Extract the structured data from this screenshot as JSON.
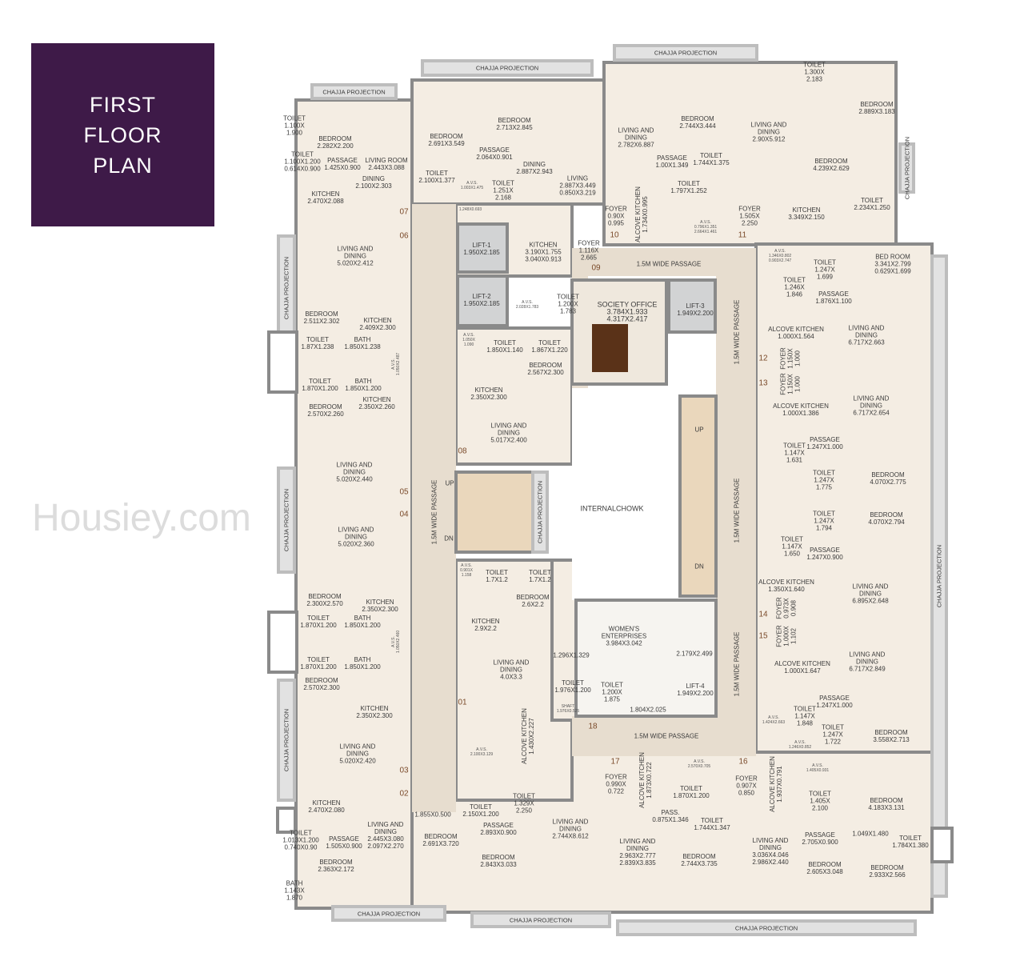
{
  "title": "FIRST\nFLOOR\nPLAN",
  "watermark": "Housiey.com",
  "colors": {
    "title_bg": "#3e1a48",
    "room_fill": "#f4ede3",
    "passage": "#e7ddcf",
    "lift": "#d2d3d4",
    "chajja": "#e2e2e2",
    "wall": "#8a8a8a",
    "chowk": "#ffffff"
  },
  "rooms": [
    {
      "name": "TOILET",
      "size": "1.100X\n1.900"
    },
    {
      "name": "BEDROOM",
      "size": "2.282X2.200"
    },
    {
      "name": "TOILET",
      "size": "1.100X1.200\n0.614X0.900"
    },
    {
      "name": "PASSAGE",
      "size": "1.425X0.900"
    },
    {
      "name": "LIVING ROOM",
      "size": "2.443X3.088"
    },
    {
      "name": "DINING",
      "size": "2.100X2.303"
    },
    {
      "name": "KITCHEN",
      "size": "2.470X2.088"
    },
    {
      "name": "07",
      "size": ""
    },
    {
      "name": "BEDROOM",
      "size": "2.691X3.549"
    },
    {
      "name": "BEDROOM",
      "size": "2.713X2.845"
    },
    {
      "name": "PASSAGE",
      "size": "2.064X0.901"
    },
    {
      "name": "TOILET",
      "size": "2.100X1.377"
    },
    {
      "name": "A.V.S.",
      "size": "1.003X1.475"
    },
    {
      "name": "",
      "size": "1.248X0.693"
    },
    {
      "name": "TOILET",
      "size": "1.251X\n2.168"
    },
    {
      "name": "DINING",
      "size": "2.887X2.943"
    },
    {
      "name": "LIVING",
      "size": "2.887X3.449\n0.850X3.219"
    },
    {
      "name": "LIFT-1",
      "size": "1.950X2.185"
    },
    {
      "name": "KITCHEN",
      "size": "3.190X1.755\n3.040X0.913"
    },
    {
      "name": "FOYER",
      "size": "1.116X\n2.665"
    },
    {
      "name": "09",
      "size": ""
    },
    {
      "name": "LIVING AND\nDINING",
      "size": "2.782X6.887"
    },
    {
      "name": "BEDROOM",
      "size": "2.744X3.444"
    },
    {
      "name": "PASSAGE",
      "size": "1.00X1.349"
    },
    {
      "name": "TOILET",
      "size": "1.744X1.375"
    },
    {
      "name": "TOILET",
      "size": "1.797X1.252"
    },
    {
      "name": "FOYER",
      "size": "0.90X\n0.995"
    },
    {
      "name": "ALCOVE KITCHEN",
      "size": "1.734X0.995"
    },
    {
      "name": "A.V.S.",
      "size": "0.796X1.351\n2.664X1.461"
    },
    {
      "name": "10",
      "size": ""
    },
    {
      "name": "TOILET",
      "size": "1.300X\n2.183"
    },
    {
      "name": "BEDROOM",
      "size": "2.889X3.183"
    },
    {
      "name": "LIVING AND\nDINING",
      "size": "2.90X5.912"
    },
    {
      "name": "BEDROOM",
      "size": "4.239X2.629"
    },
    {
      "name": "FOYER",
      "size": "1.505X\n2.250"
    },
    {
      "name": "KITCHEN",
      "size": "3.349X2.150"
    },
    {
      "name": "TOILET",
      "size": "2.234X1.250"
    },
    {
      "name": "11",
      "size": ""
    },
    {
      "name": "1.5M WIDE PASSAGE",
      "size": ""
    },
    {
      "name": "A.V.S.",
      "size": "1.346X0.802\n0.903X2.747"
    },
    {
      "name": "TOILET",
      "size": "1.247X\n1.699"
    },
    {
      "name": "BED ROOM",
      "size": "3.341X2.799\n0.629X1.699"
    },
    {
      "name": "TOILET",
      "size": "1.246X\n1.846"
    },
    {
      "name": "PASSAGE",
      "size": "1.876X1.100"
    },
    {
      "name": "ALCOVE KITCHEN",
      "size": "1.000X1.564"
    },
    {
      "name": "LIVING AND\nDINING",
      "size": "6.717X2.663"
    },
    {
      "name": "FOYER",
      "size": "1.150X\n1.000"
    },
    {
      "name": "12",
      "size": ""
    },
    {
      "name": "13",
      "size": ""
    },
    {
      "name": "FOYER",
      "size": "1.150X\n1.000"
    },
    {
      "name": "ALCOVE KITCHEN",
      "size": "1.000X1.386"
    },
    {
      "name": "LIVING AND\nDINING",
      "size": "6.717X2.654"
    },
    {
      "name": "PASSAGE",
      "size": "1.247X1.000"
    },
    {
      "name": "TOILET",
      "size": "1.147X\n1.631"
    },
    {
      "name": "TOILET",
      "size": "1.247X\n1.775"
    },
    {
      "name": "BEDROOM",
      "size": "4.070X2.775"
    },
    {
      "name": "TOILET",
      "size": "1.247X\n1.794"
    },
    {
      "name": "BEDROOM",
      "size": "4.070X2.794"
    },
    {
      "name": "TOILET",
      "size": "1.147X\n1.650"
    },
    {
      "name": "PASSAGE",
      "size": "1.247X0.900"
    },
    {
      "name": "ALCOVE KITCHEN",
      "size": "1.350X1.640"
    },
    {
      "name": "LIVING AND\nDINING",
      "size": "6.895X2.648"
    },
    {
      "name": "FOYER",
      "size": "0.973X\n0.908"
    },
    {
      "name": "14",
      "size": ""
    },
    {
      "name": "15",
      "size": ""
    },
    {
      "name": "FOYER",
      "size": "1.000X\n1.102"
    },
    {
      "name": "ALCOVE KITCHEN",
      "size": "1.000X1.647"
    },
    {
      "name": "LIVING AND\nDINING",
      "size": "6.717X2.849"
    },
    {
      "name": "PASSAGE",
      "size": "1.247X1.000"
    },
    {
      "name": "A.V.S.",
      "size": "1.424X2.663"
    },
    {
      "name": "TOILET",
      "size": "1.147X\n1.848"
    },
    {
      "name": "TOILET",
      "size": "1.247X\n1.722"
    },
    {
      "name": "A.V.S.",
      "size": "1.246X0.852"
    },
    {
      "name": "BEDROOM",
      "size": "3.558X2.713"
    },
    {
      "name": "1.5M WIDE PASSAGE",
      "size": ""
    },
    {
      "name": "1.5M WIDE PASSAGE",
      "size": ""
    },
    {
      "name": "1.5M WIDE PASSAGE",
      "size": ""
    },
    {
      "name": "17",
      "size": ""
    },
    {
      "name": "FOYER",
      "size": "0.990X\n0.722"
    },
    {
      "name": "ALCOVE KITCHEN",
      "size": "1.873X0.722"
    },
    {
      "name": "A.V.S.",
      "size": "2.570X0.705"
    },
    {
      "name": "TOILET",
      "size": "1.870X1.200"
    },
    {
      "name": "PASS.",
      "size": "0.875X1.346"
    },
    {
      "name": "TOILET",
      "size": "1.744X1.347"
    },
    {
      "name": "LIVING AND\nDINING",
      "size": "2.963X2.777\n2.839X3.835"
    },
    {
      "name": "BEDROOM",
      "size": "2.744X3.735"
    },
    {
      "name": "16",
      "size": ""
    },
    {
      "name": "FOYER",
      "size": "0.907X\n0.850"
    },
    {
      "name": "ALCOVE KITCHEN",
      "size": "1.937X0.791"
    },
    {
      "name": "A.V.S.",
      "size": "1.405X0.931"
    },
    {
      "name": "TOILET",
      "size": "1.405X\n2.100"
    },
    {
      "name": "BEDROOM",
      "size": "4.183X3.131"
    },
    {
      "name": "PASSAGE",
      "size": "2.705X0.900"
    },
    {
      "name": "",
      "size": "1.049X1.480"
    },
    {
      "name": "TOILET",
      "size": "1.784X1.380"
    },
    {
      "name": "LIVING AND\nDINING",
      "size": "3.036X4.046\n2.986X2.440"
    },
    {
      "name": "BEDROOM",
      "size": "2.605X3.048"
    },
    {
      "name": "BEDROOM",
      "size": "2.933X2.566"
    },
    {
      "name": "KITCHEN",
      "size": "2.470X2.080"
    },
    {
      "name": "TOILET",
      "size": "1.013X1.200\n0.740X0.90"
    },
    {
      "name": "PASSAGE",
      "size": "1.505X0.900"
    },
    {
      "name": "LIVING AND\nDINING",
      "size": "2.445X3.080\n2.097X2.270"
    },
    {
      "name": "BEDROOM",
      "size": "2.363X2.172"
    },
    {
      "name": "BATH",
      "size": "1.143X\n1.870"
    },
    {
      "name": "",
      "size": "1.855X0.500"
    },
    {
      "name": "TOILET",
      "size": "2.150X1.200"
    },
    {
      "name": "TOILET",
      "size": "1.329X\n2.250"
    },
    {
      "name": "PASSAGE",
      "size": "2.893X0.900"
    },
    {
      "name": "BEDROOM",
      "size": "2.691X3.720"
    },
    {
      "name": "BEDROOM",
      "size": "2.843X3.033"
    },
    {
      "name": "LIVING AND\nDINING",
      "size": "2.744X8.612"
    },
    {
      "name": "02",
      "size": ""
    },
    {
      "name": "03",
      "size": ""
    },
    {
      "name": "06",
      "size": ""
    },
    {
      "name": "LIVING AND\nDINING",
      "size": "5.020X2.412"
    },
    {
      "name": "BEDROOM",
      "size": "2.511X2.302"
    },
    {
      "name": "KITCHEN",
      "size": "2.409X2.300"
    },
    {
      "name": "TOILET",
      "size": "1.87X1.238"
    },
    {
      "name": "BATH",
      "size": "1.850X1.238"
    },
    {
      "name": "A.V.S.",
      "size": "1.050X2.487"
    },
    {
      "name": "TOILET",
      "size": "1.870X1.200"
    },
    {
      "name": "BATH",
      "size": "1.850X1.200"
    },
    {
      "name": "KITCHEN",
      "size": "2.350X2.260"
    },
    {
      "name": "BEDROOM",
      "size": "2.570X2.260"
    },
    {
      "name": "LIVING AND\nDINING",
      "size": "5.020X2.440"
    },
    {
      "name": "05",
      "size": ""
    },
    {
      "name": "04",
      "size": ""
    },
    {
      "name": "LIVING AND\nDINING",
      "size": "5.020X2.360"
    },
    {
      "name": "BEDROOM",
      "size": "2.300X2.570"
    },
    {
      "name": "KITCHEN",
      "size": "2.350X2.300"
    },
    {
      "name": "TOILET",
      "size": "1.870X1.200"
    },
    {
      "name": "BATH",
      "size": "1.850X1.200"
    },
    {
      "name": "A.V.S.",
      "size": "1.050X2.460"
    },
    {
      "name": "TOILET",
      "size": "1.870X1.200"
    },
    {
      "name": "BATH",
      "size": "1.850X1.200"
    },
    {
      "name": "BEDROOM",
      "size": "2.570X2.300"
    },
    {
      "name": "KITCHEN",
      "size": "2.350X2.300"
    },
    {
      "name": "LIVING AND\nDINING",
      "size": "5.020X2.420"
    },
    {
      "name": "1.5M WIDE PASSAGE",
      "size": ""
    },
    {
      "name": "LIFT-2",
      "size": "1.950X2.185"
    },
    {
      "name": "A.V.S.",
      "size": "2.028X1.783"
    },
    {
      "name": "TOILET",
      "size": "1.200X\n1.783"
    },
    {
      "name": "SOCIETY OFFICE",
      "size": "3.784X1.933\n4.317X2.417"
    },
    {
      "name": "LIFT-3",
      "size": "1.949X2.200"
    },
    {
      "name": "A.V.S.",
      "size": "1.050X\n1.090"
    },
    {
      "name": "TOILET",
      "size": "1.850X1.140"
    },
    {
      "name": "TOILET",
      "size": "1.867X1.220"
    },
    {
      "name": "BEDROOM",
      "size": "2.567X2.300"
    },
    {
      "name": "KITCHEN",
      "size": "2.350X2.300"
    },
    {
      "name": "LIVING AND\nDINING",
      "size": "5.017X2.400"
    },
    {
      "name": "08",
      "size": ""
    },
    {
      "name": "UP",
      "size": ""
    },
    {
      "name": "DN",
      "size": ""
    },
    {
      "name": "UP",
      "size": ""
    },
    {
      "name": "DN",
      "size": ""
    },
    {
      "name": "INTERNALCHOWK",
      "size": ""
    },
    {
      "name": "A.V.S.",
      "size": "0.901X\n1.158"
    },
    {
      "name": "TOILET",
      "size": "1.7X1.2"
    },
    {
      "name": "TOILET",
      "size": "1.7X1.2"
    },
    {
      "name": "BEDROOM",
      "size": "2.6X2.2"
    },
    {
      "name": "KITCHEN",
      "size": "2.9X2.2"
    },
    {
      "name": "LIVING AND\nDINING",
      "size": "4.0X3.3"
    },
    {
      "name": "01",
      "size": ""
    },
    {
      "name": "A.V.S.",
      "size": "2.100X3.129"
    },
    {
      "name": "ALCOVE KITCHEN",
      "size": "1.430X2.227"
    },
    {
      "name": "WOMEN'S\nENTERPRISES",
      "size": "3.984X3.042"
    },
    {
      "name": "",
      "size": "1.296X1.329"
    },
    {
      "name": "",
      "size": "2.179X2.499"
    },
    {
      "name": "TOILET",
      "size": "1.976X1.200"
    },
    {
      "name": "TOILET",
      "size": "1.200X\n1.875"
    },
    {
      "name": "SHAFT",
      "size": "1.976X0.525"
    },
    {
      "name": "",
      "size": "1.804X2.025"
    },
    {
      "name": "LIFT-4",
      "size": "1.949X2.200"
    },
    {
      "name": "18",
      "size": ""
    },
    {
      "name": "1.5M WIDE PASSAGE",
      "size": ""
    }
  ],
  "chajja": [
    "CHAJJA PROJECTION",
    "CHAJJA PROJECTION",
    "CHAJJA PROJECTION",
    "CHAJJA PROJECTION",
    "CHAJJA PROJECTION",
    "CHAJJA PROJECTION",
    "CHAJJA PROJECTION",
    "CHAJJA PROJECTION",
    "CHAJJA PROJECTION",
    "CHAJJA PROJECTION",
    "CHAJJA PROJECTION",
    "CHAJJA PROJECTION"
  ]
}
